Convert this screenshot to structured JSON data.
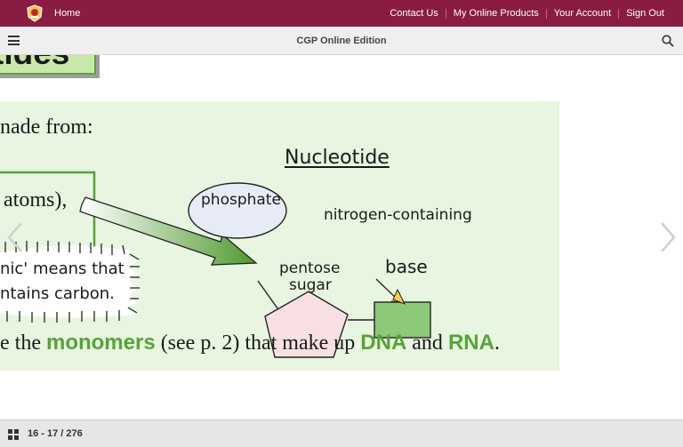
{
  "topbar": {
    "home_label": "Home",
    "links": [
      "Contact Us",
      "My Online Products",
      "Your Account",
      "Sign Out"
    ]
  },
  "toolbar": {
    "title": "CGP Online Edition"
  },
  "page": {
    "heading": "tides",
    "intro": "nade from:",
    "atoms": "atoms),",
    "note_line1": "nic' means that",
    "note_line2": "ntains carbon.",
    "diagram": {
      "title": "Nucleotide",
      "phosphate": "phosphate",
      "nitrogen": "nitrogen-containing",
      "pentose1": "pentose",
      "pentose2": "sugar",
      "base": "base"
    },
    "bottom_sentence": {
      "pre": "e the ",
      "monomers": "monomers",
      "mid": " (see p. 2) that make up ",
      "dna": "DNA",
      "and": " and ",
      "rna": "RNA",
      "end": "."
    }
  },
  "footer": {
    "page_indicator": "16 - 17 / 276"
  },
  "colors": {
    "brand": "#8a1c42",
    "green": "#57a33a",
    "figure_bg": "#e8f5e0"
  }
}
